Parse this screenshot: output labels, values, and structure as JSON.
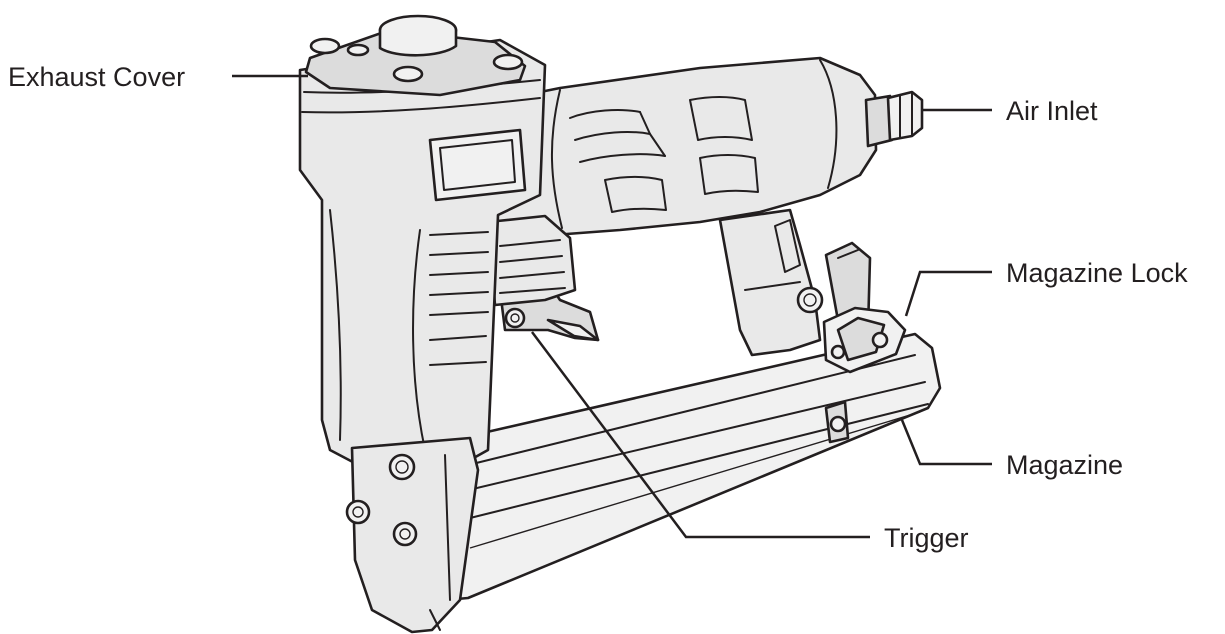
{
  "labels": {
    "exhaust_cover": "Exhaust Cover",
    "air_inlet": "Air Inlet",
    "magazine_lock": "Magazine Lock",
    "magazine": "Magazine",
    "trigger": "Trigger"
  },
  "icons": {
    "tool": "pneumatic-stapler-illustration"
  },
  "colors": {
    "line": "#231f20",
    "body_fill": "#e9e9e9",
    "background": "#ffffff"
  }
}
